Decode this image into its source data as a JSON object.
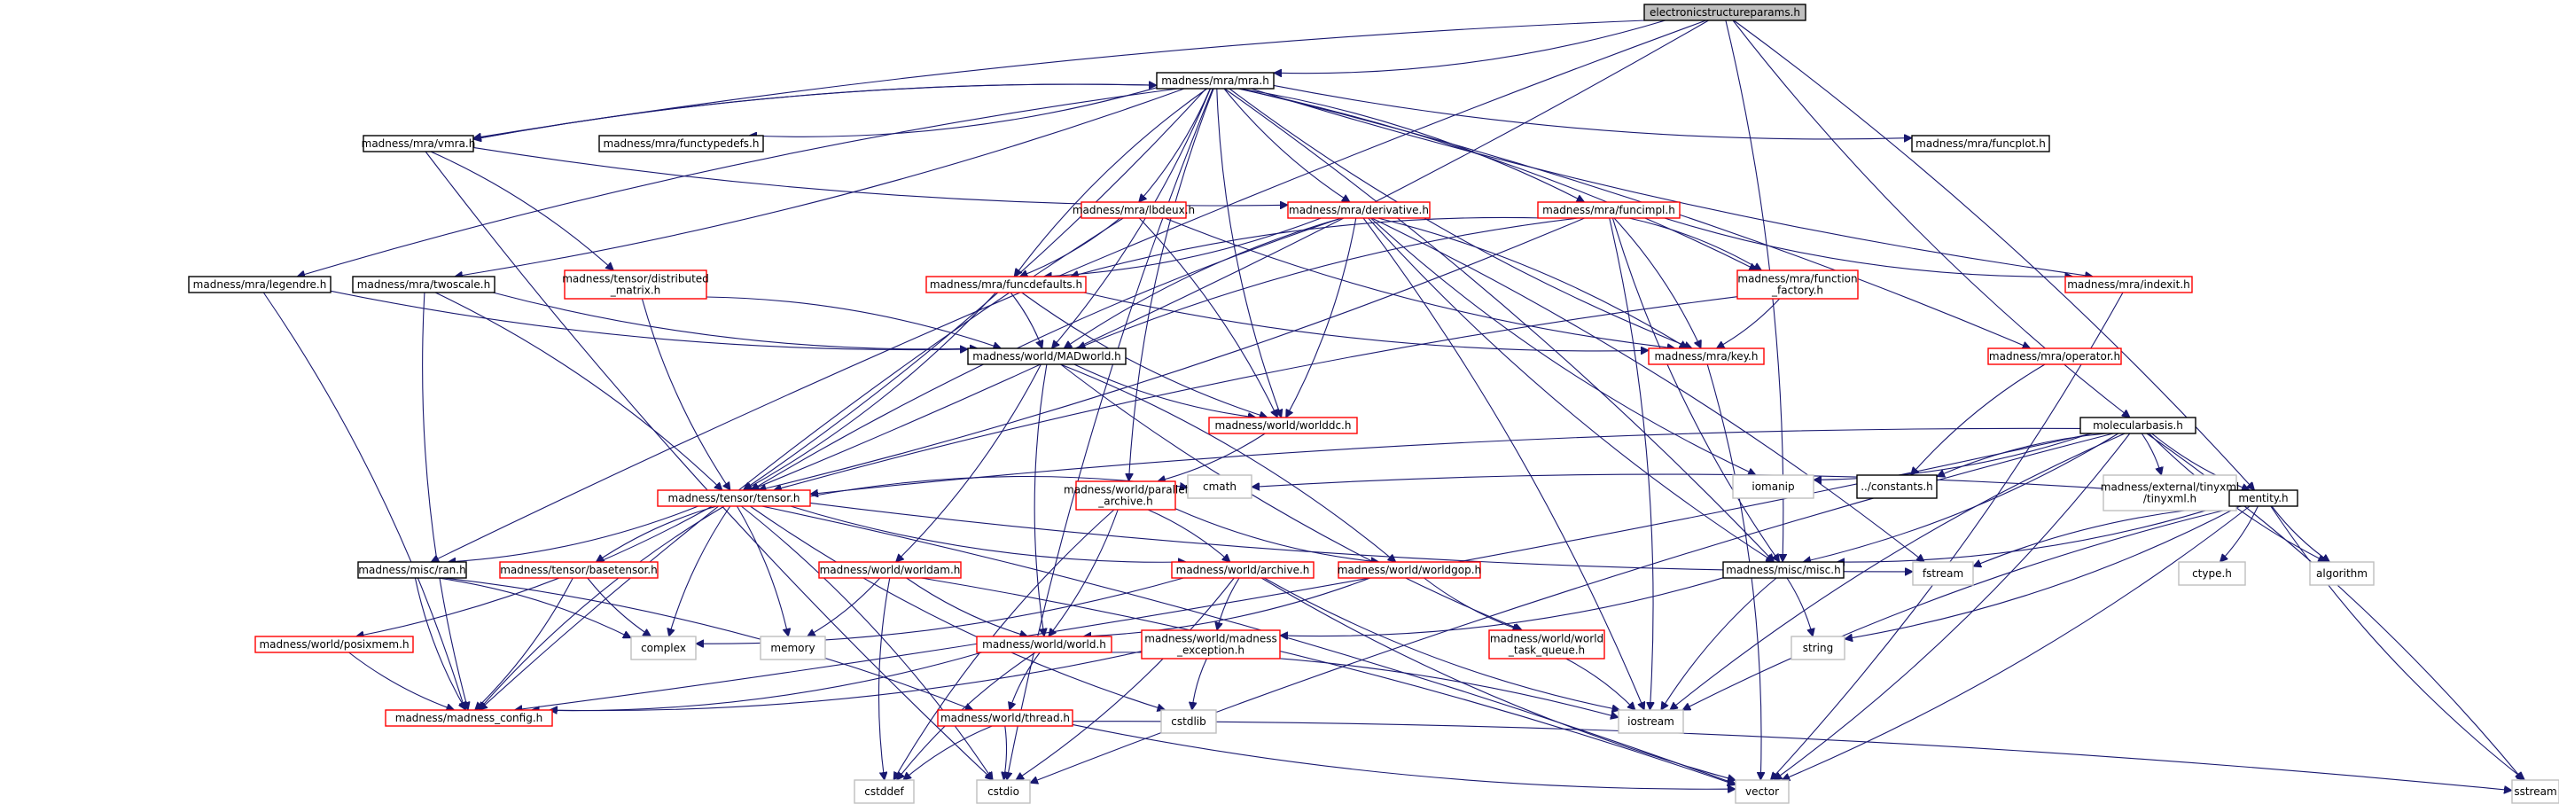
{
  "graph": {
    "title": "electronicstructureparams.h",
    "colors": {
      "root_fill": "#bfbfbf",
      "documented_border": "#000000",
      "truncated_border": "#ff0000",
      "external_border": "#bfbfbf",
      "edge": "#191970",
      "background": "#ffffff"
    },
    "nodes": [
      {
        "id": "root",
        "kind": "root",
        "lines": [
          "electronicstructureparams.h"
        ]
      },
      {
        "id": "mra",
        "kind": "documented",
        "lines": [
          "madness/mra/mra.h"
        ]
      },
      {
        "id": "vmra",
        "kind": "documented",
        "lines": [
          "madness/mra/vmra.h"
        ]
      },
      {
        "id": "functypedefs",
        "kind": "documented",
        "lines": [
          "madness/mra/functypedefs.h"
        ]
      },
      {
        "id": "funcplot",
        "kind": "documented",
        "lines": [
          "madness/mra/funcplot.h"
        ]
      },
      {
        "id": "lbdeux",
        "kind": "truncated",
        "lines": [
          "madness/mra/lbdeux.h"
        ]
      },
      {
        "id": "derivative",
        "kind": "truncated",
        "lines": [
          "madness/mra/derivative.h"
        ]
      },
      {
        "id": "funcimpl",
        "kind": "truncated",
        "lines": [
          "madness/mra/funcimpl.h"
        ]
      },
      {
        "id": "legendre",
        "kind": "documented",
        "lines": [
          "madness/mra/legendre.h"
        ]
      },
      {
        "id": "twoscale",
        "kind": "documented",
        "lines": [
          "madness/mra/twoscale.h"
        ]
      },
      {
        "id": "distmatrix",
        "kind": "truncated",
        "lines": [
          "madness/tensor/distributed",
          "_matrix.h"
        ]
      },
      {
        "id": "funcdefaults",
        "kind": "truncated",
        "lines": [
          "madness/mra/funcdefaults.h"
        ]
      },
      {
        "id": "funcfactory",
        "kind": "truncated",
        "lines": [
          "madness/mra/function",
          "_factory.h"
        ]
      },
      {
        "id": "indexit",
        "kind": "truncated",
        "lines": [
          "madness/mra/indexit.h"
        ]
      },
      {
        "id": "madworld",
        "kind": "documented",
        "lines": [
          "madness/world/MADworld.h"
        ]
      },
      {
        "id": "key",
        "kind": "truncated",
        "lines": [
          "madness/mra/key.h"
        ]
      },
      {
        "id": "operator",
        "kind": "truncated",
        "lines": [
          "madness/mra/operator.h"
        ]
      },
      {
        "id": "worlddc",
        "kind": "truncated",
        "lines": [
          "madness/world/worlddc.h"
        ]
      },
      {
        "id": "molbasis",
        "kind": "documented",
        "lines": [
          "molecularbasis.h"
        ]
      },
      {
        "id": "tensor",
        "kind": "truncated",
        "lines": [
          "madness/tensor/tensor.h"
        ]
      },
      {
        "id": "parallelarchive",
        "kind": "truncated",
        "lines": [
          "madness/world/parallel",
          "_archive.h"
        ]
      },
      {
        "id": "iomanip",
        "kind": "external",
        "lines": [
          "iomanip"
        ]
      },
      {
        "id": "constants",
        "kind": "documented",
        "lines": [
          "../constants.h"
        ]
      },
      {
        "id": "tinyxml",
        "kind": "external",
        "lines": [
          "madness/external/tinyxml",
          "/tinyxml.h"
        ]
      },
      {
        "id": "mentity",
        "kind": "documented",
        "lines": [
          "mentity.h"
        ]
      },
      {
        "id": "ran",
        "kind": "documented",
        "lines": [
          "madness/misc/ran.h"
        ]
      },
      {
        "id": "basetensor",
        "kind": "truncated",
        "lines": [
          "madness/tensor/basetensor.h"
        ]
      },
      {
        "id": "worldam",
        "kind": "truncated",
        "lines": [
          "madness/world/worldam.h"
        ]
      },
      {
        "id": "archive",
        "kind": "truncated",
        "lines": [
          "madness/world/archive.h"
        ]
      },
      {
        "id": "worldgop",
        "kind": "truncated",
        "lines": [
          "madness/world/worldgop.h"
        ]
      },
      {
        "id": "cmath",
        "kind": "external",
        "lines": [
          "cmath"
        ]
      },
      {
        "id": "misc",
        "kind": "documented",
        "lines": [
          "madness/misc/misc.h"
        ]
      },
      {
        "id": "fstream",
        "kind": "external",
        "lines": [
          "fstream"
        ]
      },
      {
        "id": "ctype",
        "kind": "external",
        "lines": [
          "ctype.h"
        ]
      },
      {
        "id": "algorithm",
        "kind": "external",
        "lines": [
          "algorithm"
        ]
      },
      {
        "id": "posixmem",
        "kind": "truncated",
        "lines": [
          "madness/world/posixmem.h"
        ]
      },
      {
        "id": "complex",
        "kind": "external",
        "lines": [
          "complex"
        ]
      },
      {
        "id": "memory",
        "kind": "external",
        "lines": [
          "memory"
        ]
      },
      {
        "id": "world",
        "kind": "truncated",
        "lines": [
          "madness/world/world.h"
        ]
      },
      {
        "id": "madexception",
        "kind": "truncated",
        "lines": [
          "madness/world/madness",
          "_exception.h"
        ]
      },
      {
        "id": "taskqueue",
        "kind": "truncated",
        "lines": [
          "madness/world/world",
          "_task_queue.h"
        ]
      },
      {
        "id": "string",
        "kind": "external",
        "lines": [
          "string"
        ]
      },
      {
        "id": "madconfig",
        "kind": "truncated",
        "lines": [
          "madness/madness_config.h"
        ]
      },
      {
        "id": "cstdlib",
        "kind": "external",
        "lines": [
          "cstdlib"
        ]
      },
      {
        "id": "iostream",
        "kind": "external",
        "lines": [
          "iostream"
        ]
      },
      {
        "id": "thread",
        "kind": "truncated",
        "lines": [
          "madness/world/thread.h"
        ]
      },
      {
        "id": "cstddef",
        "kind": "external",
        "lines": [
          "cstddef"
        ]
      },
      {
        "id": "cstdio",
        "kind": "external",
        "lines": [
          "cstdio"
        ]
      },
      {
        "id": "vector",
        "kind": "external",
        "lines": [
          "vector"
        ]
      },
      {
        "id": "sstream",
        "kind": "external",
        "lines": [
          "sstream"
        ]
      }
    ],
    "edges": [
      [
        "root",
        "mra"
      ],
      [
        "root",
        "vmra"
      ],
      [
        "root",
        "tensor"
      ],
      [
        "root",
        "ran"
      ],
      [
        "root",
        "misc"
      ],
      [
        "root",
        "molbasis"
      ],
      [
        "root",
        "mentity"
      ],
      [
        "mra",
        "vmra"
      ],
      [
        "mra",
        "functypedefs"
      ],
      [
        "mra",
        "funcplot"
      ],
      [
        "mra",
        "lbdeux"
      ],
      [
        "mra",
        "derivative"
      ],
      [
        "mra",
        "funcimpl"
      ],
      [
        "mra",
        "legendre"
      ],
      [
        "mra",
        "twoscale"
      ],
      [
        "mra",
        "funcdefaults"
      ],
      [
        "mra",
        "funcfactory"
      ],
      [
        "mra",
        "indexit"
      ],
      [
        "mra",
        "madworld"
      ],
      [
        "mra",
        "key"
      ],
      [
        "mra",
        "operator"
      ],
      [
        "mra",
        "worlddc"
      ],
      [
        "mra",
        "tensor"
      ],
      [
        "mra",
        "parallelarchive"
      ],
      [
        "mra",
        "misc"
      ],
      [
        "mra",
        "cstdio"
      ],
      [
        "vmra",
        "mra"
      ],
      [
        "vmra",
        "derivative"
      ],
      [
        "vmra",
        "distmatrix"
      ],
      [
        "vmra",
        "cstdio"
      ],
      [
        "lbdeux",
        "funcdefaults"
      ],
      [
        "lbdeux",
        "key"
      ],
      [
        "lbdeux",
        "worlddc"
      ],
      [
        "lbdeux",
        "madconfig"
      ],
      [
        "derivative",
        "funcdefaults"
      ],
      [
        "derivative",
        "madworld"
      ],
      [
        "derivative",
        "worlddc"
      ],
      [
        "derivative",
        "tensor"
      ],
      [
        "derivative",
        "key"
      ],
      [
        "derivative",
        "misc"
      ],
      [
        "derivative",
        "iostream"
      ],
      [
        "derivative",
        "iomanip"
      ],
      [
        "derivative",
        "fstream"
      ],
      [
        "funcimpl",
        "funcdefaults"
      ],
      [
        "funcimpl",
        "funcfactory"
      ],
      [
        "funcimpl",
        "indexit"
      ],
      [
        "funcimpl",
        "key"
      ],
      [
        "funcimpl",
        "madworld"
      ],
      [
        "funcimpl",
        "tensor"
      ],
      [
        "funcimpl",
        "misc"
      ],
      [
        "funcimpl",
        "iostream"
      ],
      [
        "legendre",
        "madworld"
      ],
      [
        "legendre",
        "madconfig"
      ],
      [
        "twoscale",
        "madworld"
      ],
      [
        "twoscale",
        "tensor"
      ],
      [
        "twoscale",
        "madconfig"
      ],
      [
        "distmatrix",
        "madworld"
      ],
      [
        "distmatrix",
        "tensor"
      ],
      [
        "funcdefaults",
        "madworld"
      ],
      [
        "funcdefaults",
        "key"
      ],
      [
        "funcdefaults",
        "tensor"
      ],
      [
        "funcdefaults",
        "worlddc"
      ],
      [
        "funcfactory",
        "key"
      ],
      [
        "funcfactory",
        "tensor"
      ],
      [
        "indexit",
        "vector"
      ],
      [
        "madworld",
        "worlddc"
      ],
      [
        "madworld",
        "worldam"
      ],
      [
        "madworld",
        "world"
      ],
      [
        "madworld",
        "worldgop"
      ],
      [
        "madworld",
        "taskqueue"
      ],
      [
        "key",
        "vector"
      ],
      [
        "operator",
        "constants"
      ],
      [
        "worlddc",
        "parallelarchive"
      ],
      [
        "molbasis",
        "tensor"
      ],
      [
        "molbasis",
        "iomanip"
      ],
      [
        "molbasis",
        "constants"
      ],
      [
        "molbasis",
        "tinyxml"
      ],
      [
        "molbasis",
        "mentity"
      ],
      [
        "molbasis",
        "misc"
      ],
      [
        "molbasis",
        "algorithm"
      ],
      [
        "molbasis",
        "vector"
      ],
      [
        "molbasis",
        "iostream"
      ],
      [
        "molbasis",
        "sstream"
      ],
      [
        "molbasis",
        "cstdio"
      ],
      [
        "molbasis",
        "madconfig"
      ],
      [
        "mentity",
        "cmath"
      ],
      [
        "mentity",
        "misc"
      ],
      [
        "mentity",
        "fstream"
      ],
      [
        "mentity",
        "ctype"
      ],
      [
        "mentity",
        "algorithm"
      ],
      [
        "mentity",
        "string"
      ],
      [
        "mentity",
        "iostream"
      ],
      [
        "mentity",
        "vector"
      ],
      [
        "mentity",
        "sstream"
      ],
      [
        "tensor",
        "ran"
      ],
      [
        "tensor",
        "basetensor"
      ],
      [
        "tensor",
        "posixmem"
      ],
      [
        "tensor",
        "complex"
      ],
      [
        "tensor",
        "memory"
      ],
      [
        "tensor",
        "archive"
      ],
      [
        "tensor",
        "cmath"
      ],
      [
        "tensor",
        "madconfig"
      ],
      [
        "tensor",
        "cstdio"
      ],
      [
        "tensor",
        "cstdlib"
      ],
      [
        "tensor",
        "vector"
      ],
      [
        "tensor",
        "fstream"
      ],
      [
        "parallelarchive",
        "archive"
      ],
      [
        "parallelarchive",
        "worldgop"
      ],
      [
        "parallelarchive",
        "world"
      ],
      [
        "parallelarchive",
        "cstddef"
      ],
      [
        "ran",
        "complex"
      ],
      [
        "ran",
        "madconfig"
      ],
      [
        "ran",
        "thread"
      ],
      [
        "basetensor",
        "complex"
      ],
      [
        "basetensor",
        "madconfig"
      ],
      [
        "worldam",
        "world"
      ],
      [
        "worldam",
        "memory"
      ],
      [
        "worldam",
        "cstddef"
      ],
      [
        "worldam",
        "vector"
      ],
      [
        "archive",
        "madexception"
      ],
      [
        "archive",
        "complex"
      ],
      [
        "archive",
        "iostream"
      ],
      [
        "archive",
        "cstdio"
      ],
      [
        "archive",
        "vector"
      ],
      [
        "worldgop",
        "world"
      ],
      [
        "worldgop",
        "taskqueue"
      ],
      [
        "misc",
        "madexception"
      ],
      [
        "misc",
        "iostream"
      ],
      [
        "misc",
        "string"
      ],
      [
        "posixmem",
        "madconfig"
      ],
      [
        "world",
        "madconfig"
      ],
      [
        "world",
        "thread"
      ],
      [
        "world",
        "iostream"
      ],
      [
        "world",
        "cstddef"
      ],
      [
        "madexception",
        "madconfig"
      ],
      [
        "madexception",
        "cstdlib"
      ],
      [
        "taskqueue",
        "iostream"
      ],
      [
        "thread",
        "cstddef"
      ],
      [
        "thread",
        "cstdio"
      ],
      [
        "thread",
        "vector"
      ],
      [
        "thread",
        "sstream"
      ]
    ]
  }
}
